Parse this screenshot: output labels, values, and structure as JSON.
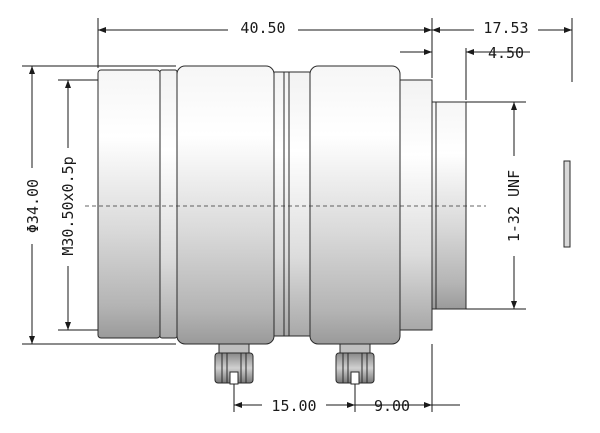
{
  "drawing": {
    "title": "",
    "dimensions": {
      "overall_length": "40.50",
      "rear_length": "17.53",
      "mount_flange": "4.50",
      "outer_diameter": "Φ34.00",
      "front_thread": "M30.50x0.5p",
      "mount_thread": "1-32 UNF",
      "screw_spacing": "15.00",
      "screw_to_end": "9.00"
    }
  }
}
